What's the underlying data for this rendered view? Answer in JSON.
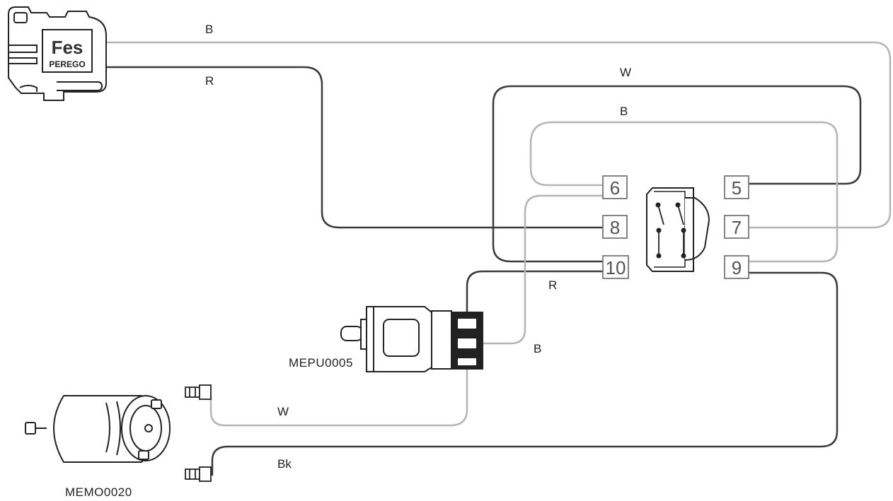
{
  "battery": {
    "logo_text": "Fes",
    "brand": "PEREGO"
  },
  "wire_labels": {
    "battery_b": "B",
    "battery_r": "R",
    "loop_w": "W",
    "loop_b": "B",
    "pushbutton_r": "R",
    "pushbutton_b": "B",
    "motor_w": "W",
    "motor_bk": "Bk"
  },
  "terminals": {
    "t6": "6",
    "t8": "8",
    "t10": "10",
    "t5": "5",
    "t7": "7",
    "t9": "9"
  },
  "parts": {
    "pushbutton_code": "MEPU0005",
    "motor_code": "MEMO0020"
  },
  "colors": {
    "wire_dark": "#3a3a3a",
    "wire_light": "#b5b5b5",
    "outline": "#222222"
  }
}
